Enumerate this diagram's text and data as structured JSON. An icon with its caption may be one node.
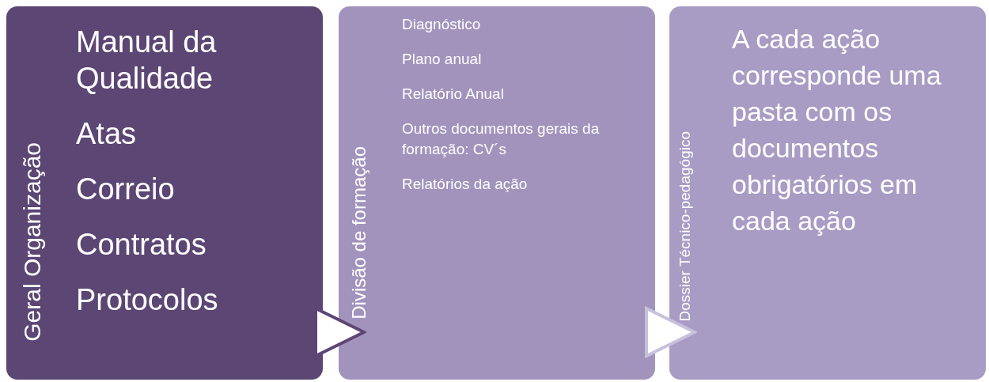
{
  "diagram": {
    "nodes": [
      {
        "text": [
          "Geral Organização",
          "Manual da Qualidade",
          "Atas",
          "Correio",
          "Contratos",
          "Protocolos"
        ]
      },
      {
        "text": [
          "Divisão de formação",
          "Diagnóstico",
          "Plano anual",
          "Relatório Anual",
          "Outros documentos gerais da formação: CV´s",
          "Relatórios da ação"
        ]
      },
      {
        "text": [
          "Dossier Técnico-pedagógico",
          "A cada ação corresponde uma pasta com os documentos obrigatórios em cada ação"
        ]
      }
    ],
    "edges": [
      {
        "from": 0,
        "to": 1,
        "arrow": "to",
        "color": "#5c4674"
      },
      {
        "from": 1,
        "to": 2,
        "arrow": "to",
        "color": "#c9c0dc"
      }
    ]
  }
}
